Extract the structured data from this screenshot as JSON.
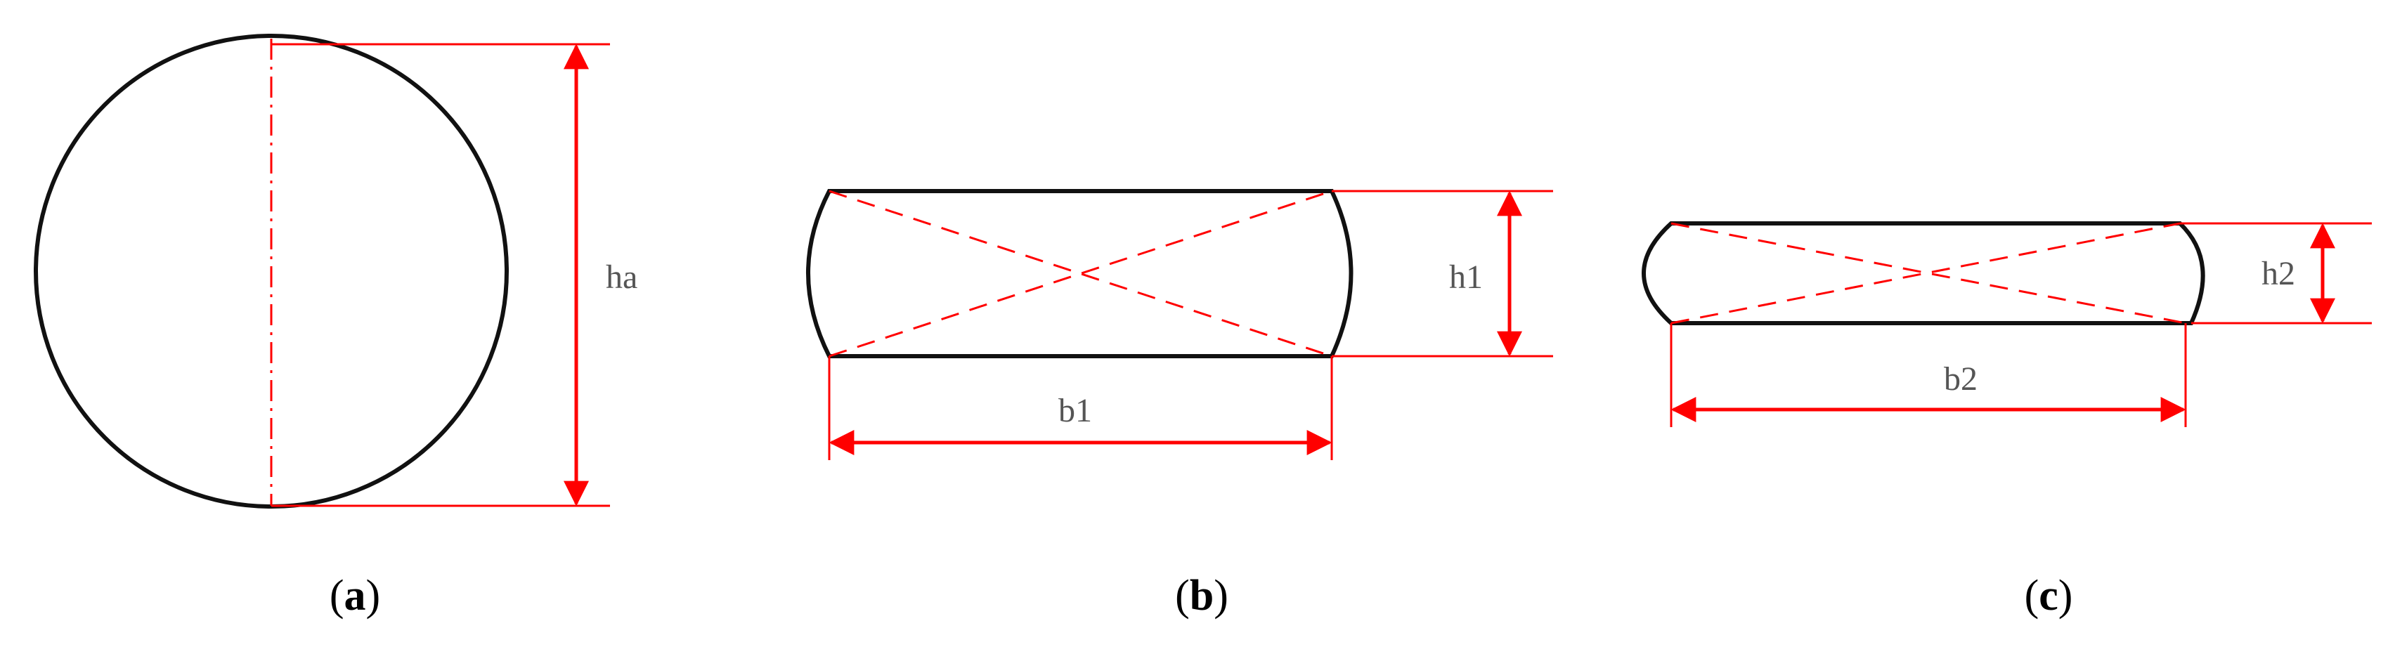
{
  "colors": {
    "outline": "#111111",
    "dimension": "#ff0000",
    "label_text": "#555555",
    "caption_text": "#000000"
  },
  "panels": {
    "a": {
      "dim_label": "ha",
      "caption": {
        "open": "(",
        "letter": "a",
        "close": ")"
      }
    },
    "b": {
      "height_label": "h1",
      "width_label": "b1",
      "caption": {
        "open": "(",
        "letter": "b",
        "close": ")"
      }
    },
    "c": {
      "height_label": "h2",
      "width_label": "b2",
      "caption": {
        "open": "(",
        "letter": "c",
        "close": ")"
      }
    }
  }
}
